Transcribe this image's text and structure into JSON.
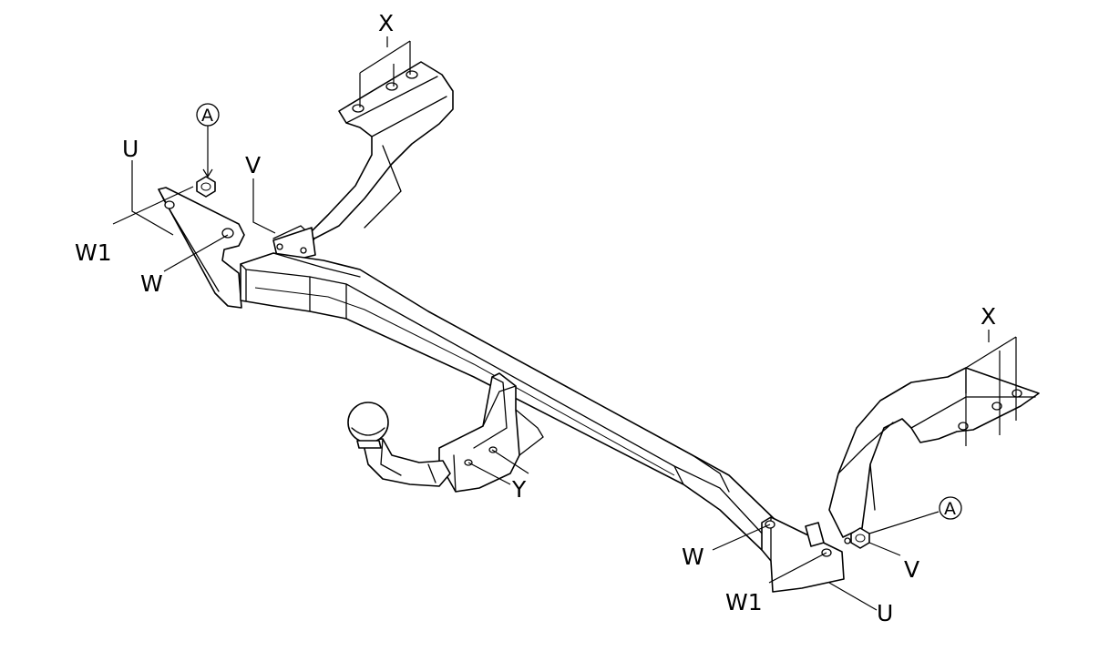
{
  "labels": {
    "x_top": "X",
    "a_left": "A",
    "u_left": "U",
    "v_left": "V",
    "w1_left": "W1",
    "w_left": "W",
    "x_right": "X",
    "y": "Y",
    "a_right": "A",
    "w_right": "W",
    "v_right": "V",
    "w1_right": "W1",
    "u_right": "U"
  },
  "colors": {
    "ink": "#000000",
    "paper": "#ffffff"
  }
}
